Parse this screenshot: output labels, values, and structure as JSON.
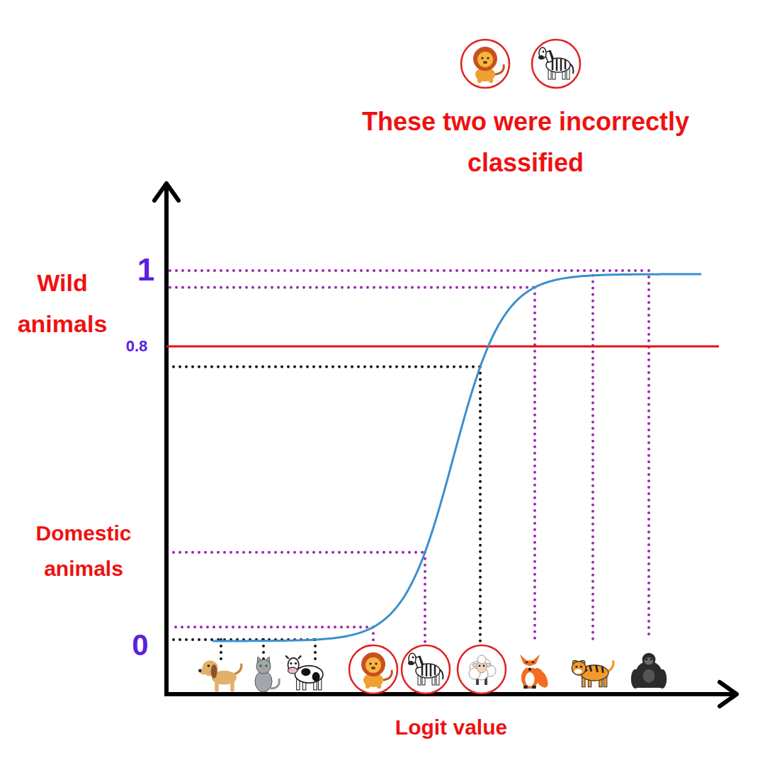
{
  "diagram": {
    "title": "These two were incorrectly classified",
    "labels": [
      "Wild animals",
      "1",
      "0.8",
      "Domestic animals",
      "0",
      "Logit value"
    ]
  }
}
